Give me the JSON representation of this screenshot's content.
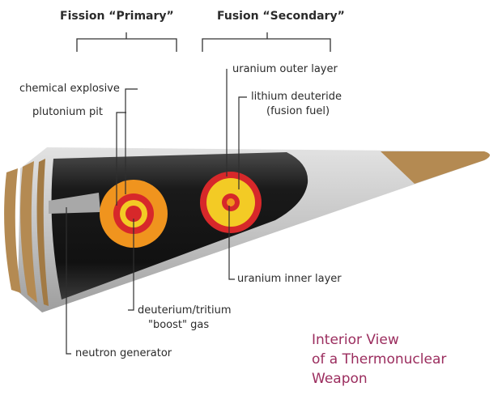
{
  "headers": {
    "primary": "Fission “Primary”",
    "secondary": "Fusion “Secondary”"
  },
  "labels": {
    "chemical_explosive": "chemical explosive",
    "plutonium_pit": "plutonium pit",
    "uranium_outer_layer": "uranium outer layer",
    "lithium_deuteride_line1": "lithium deuteride",
    "lithium_deuteride_line2": "(fusion fuel)",
    "uranium_inner_layer": "uranium inner layer",
    "boost_gas_line1": "deuterium/tritium",
    "boost_gas_line2": "\"boost\" gas",
    "neutron_generator": "neutron generator"
  },
  "title": {
    "line1": "Interior View",
    "line2": "of a Thermonuclear",
    "line3": "Weapon"
  },
  "colors": {
    "title": "#9b2d5e",
    "casing_gray": "#c8c8c8",
    "casing_gold": "#b48a52",
    "interior_black": "#1c1c1c",
    "explosive_orange": "#f0941e",
    "red_layer": "#d7282a",
    "yellow_fuel": "#f3cb25",
    "line": "#333333"
  }
}
